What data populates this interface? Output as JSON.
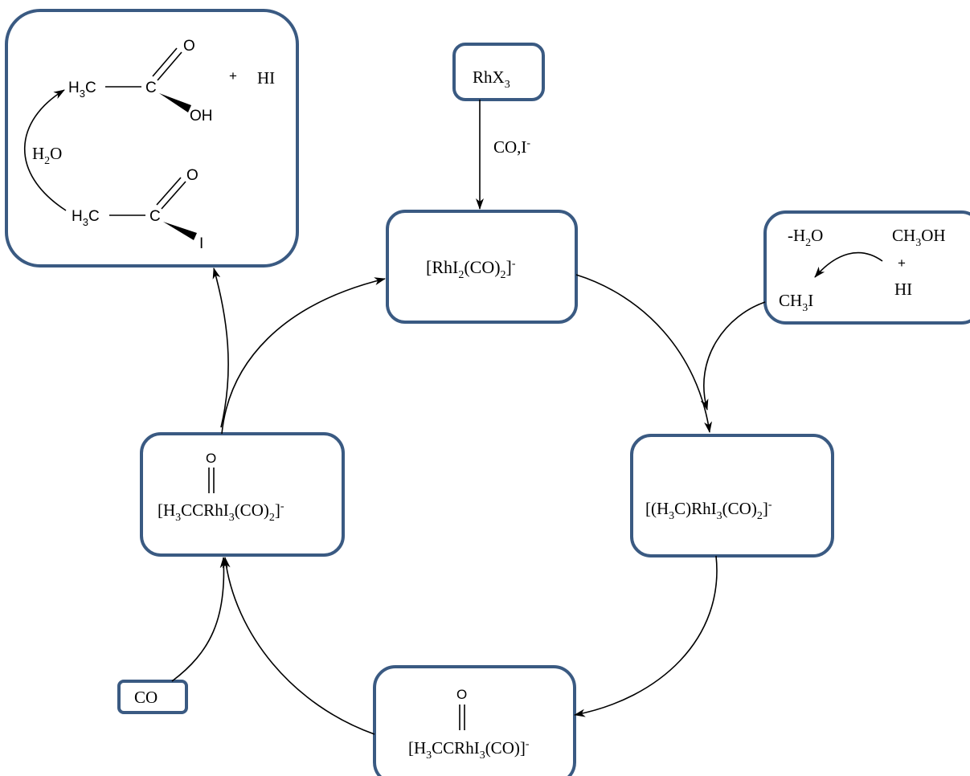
{
  "diagram": {
    "colors": {
      "box_border": "#3a5a82",
      "text": "#000000",
      "arrow": "#000000"
    },
    "top_left": {
      "row1": {
        "ch3": "H",
        "ch3_sub": "3",
        "ch3_c": "C",
        "carbon": "C",
        "o_top": "O",
        "oh": "OH",
        "plus": "+",
        "hi": "HI"
      },
      "water": {
        "h": "H",
        "sub": "2",
        "o": "O"
      },
      "row2": {
        "ch3": "H",
        "ch3_sub": "3",
        "ch3_c": "C",
        "carbon": "C",
        "o_top": "O",
        "iodine": "I"
      }
    },
    "rhx3": {
      "rh": "RhX",
      "sub": "3"
    },
    "co_i": {
      "main": "CO,I",
      "sup": "-"
    },
    "catalyst": {
      "p1": "[RhI",
      "s1": "2",
      "p2": "(CO)",
      "s2": "2",
      "p3": "]",
      "sup": "-"
    },
    "methanol_box": {
      "minus_water": {
        "p1": "-H",
        "sub": "2",
        "p2": "O"
      },
      "methanol": {
        "p1": "CH",
        "sub": "3",
        "p2": "OH"
      },
      "plus": "+",
      "hi": "HI",
      "methyl_iodide": {
        "p1": "CH",
        "sub": "3",
        "p2": "I"
      }
    },
    "oxidative_adduct": {
      "p1": "[(H",
      "s1": "3",
      "p2": "C)RhI",
      "s2": "3",
      "p3": "(CO)",
      "s3": "2",
      "p4": "]",
      "sup": "-"
    },
    "migration_intermediate": {
      "o": "O",
      "p1": "[H",
      "s1": "3",
      "p2": "CCRhI",
      "s2": "3",
      "p3": "(CO)]",
      "sup": "-"
    },
    "acyl_complex": {
      "o": "O",
      "p1": "[H",
      "s1": "3",
      "p2": "CCRhI",
      "s2": "3",
      "p3": "(CO)",
      "s3": "2",
      "p4": "]",
      "sup": "-"
    },
    "co_input": "CO"
  }
}
